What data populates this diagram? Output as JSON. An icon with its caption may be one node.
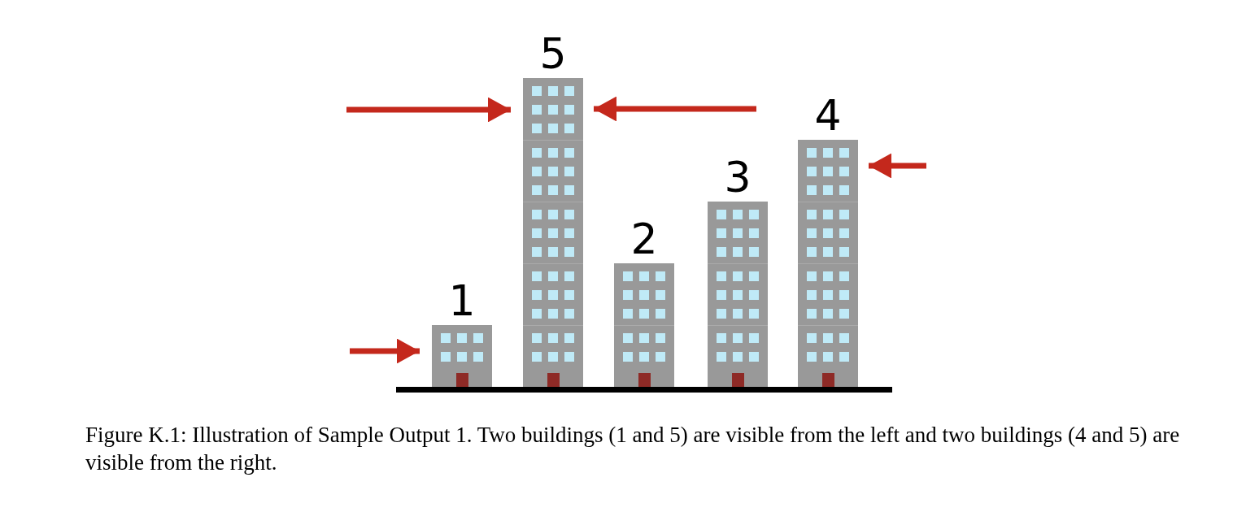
{
  "diagram": {
    "caption": "Figure K.1: Illustration of Sample Output 1. Two buildings (1 and 5) are visible from the left and two buildings (4 and 5) are visible from the right.",
    "nodes": [
      {
        "text": [
          "1"
        ]
      },
      {
        "text": [
          "5"
        ]
      },
      {
        "text": [
          "2"
        ]
      },
      {
        "text": [
          "3"
        ]
      },
      {
        "text": [
          "4"
        ]
      }
    ],
    "edges": [
      {
        "from": null,
        "to": 0,
        "arrow": "to"
      },
      {
        "from": null,
        "to": 1,
        "arrow": "to"
      },
      {
        "from": null,
        "to": 1,
        "arrow": "to"
      },
      {
        "from": null,
        "to": 4,
        "arrow": "to"
      }
    ]
  }
}
